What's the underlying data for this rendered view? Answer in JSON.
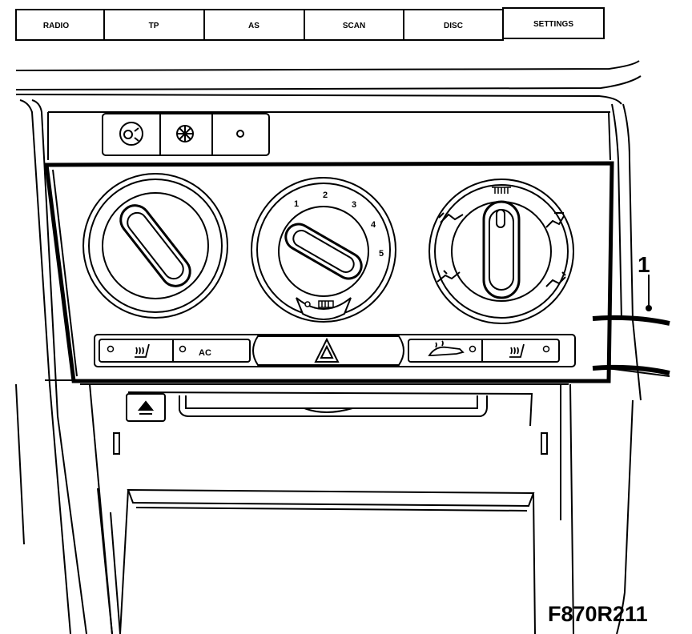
{
  "radio_buttons": [
    "RADIO",
    "TP",
    "AS",
    "SCAN",
    "DISC",
    "SETTINGS"
  ],
  "icon_buttons": [
    "recirculation-icon",
    "fan-icon",
    "dot-indicator-icon"
  ],
  "fan_dial": {
    "numbers": [
      "1",
      "2",
      "3",
      "4",
      "5"
    ]
  },
  "lower_buttons": {
    "ac_label": "AC",
    "icons": [
      "seat-heater-left-icon",
      "hazard-icon",
      "rear-defrost-icon",
      "seat-heater-right-icon"
    ]
  },
  "callout": {
    "label": "1"
  },
  "figure_id": "F870R211"
}
